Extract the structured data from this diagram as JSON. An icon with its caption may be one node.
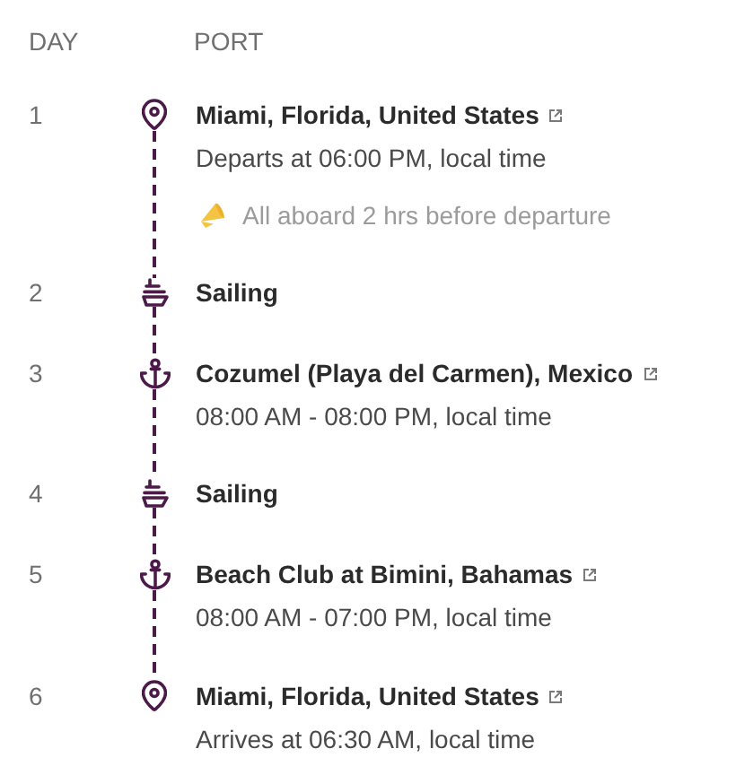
{
  "diagram": {
    "nodes": [
      {
        "text": [],
        "shape": "picture",
        "beside": [
          "Miami, Florida, United States",
          "Departs at 06:00 PM, local time",
          "All aboard 2 hrs before departure"
        ]
      },
      {
        "text": [],
        "shape": "picture",
        "beside": [
          "Sailing"
        ]
      },
      {
        "text": [],
        "shape": "picture",
        "beside": [
          "Cozumel (Playa del Carmen), Mexico",
          "08:00 AM - 08:00 PM, local time"
        ]
      },
      {
        "text": [],
        "shape": "picture",
        "beside": [
          "Sailing"
        ]
      },
      {
        "text": [],
        "shape": "picture",
        "beside": [
          "Beach Club at Bimini, Bahamas",
          "08:00 AM - 07:00 PM, local time"
        ]
      },
      {
        "text": [],
        "shape": "picture",
        "beside": [
          "Miami, Florida, United States",
          "Arrives at 06:30 AM, local time"
        ]
      }
    ],
    "edges": [
      {
        "from": 0,
        "to": 1,
        "arrow": "none",
        "style": "dashed"
      },
      {
        "from": 1,
        "to": 2,
        "arrow": "none",
        "style": "dashed"
      },
      {
        "from": 2,
        "to": 3,
        "arrow": "none",
        "style": "dashed"
      },
      {
        "from": 3,
        "to": 4,
        "arrow": "none",
        "style": "dashed"
      },
      {
        "from": 4,
        "to": 5,
        "arrow": "none",
        "style": "dashed"
      }
    ],
    "labels": [
      "DAY",
      "PORT",
      "1",
      "2",
      "3",
      "4",
      "5",
      "6"
    ]
  }
}
